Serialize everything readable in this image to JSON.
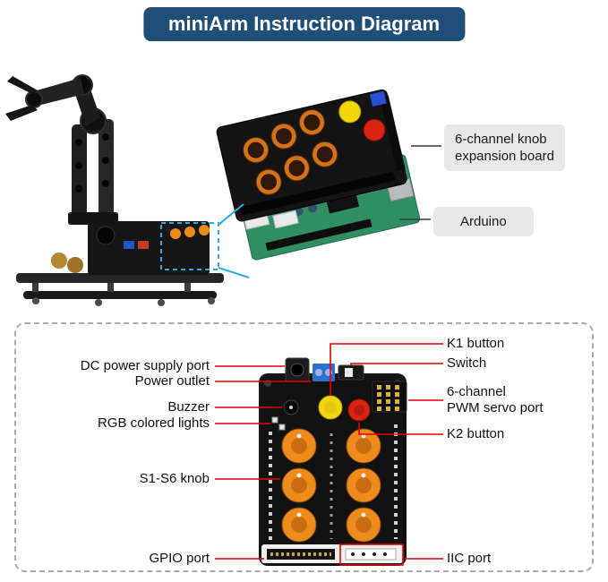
{
  "title": "miniArm Instruction Diagram",
  "top_section": {
    "expansion_board_label": "6-channel  knob\nexpansion board",
    "arduino_label": "Arduino"
  },
  "bottom_section": {
    "left_labels": [
      "DC power supply port",
      "Power outlet",
      "Buzzer",
      "RGB colored lights",
      "S1-S6 knob",
      "GPIO port"
    ],
    "right_labels": [
      "K1 button",
      "Switch",
      "6-channel\nPWM servo port",
      "K2 button",
      "IIC port"
    ]
  },
  "colors": {
    "title_bg": "#1f4e79",
    "title_text": "#ffffff",
    "label_pill_bg": "#e8e8e8",
    "callout_red": "#e60000",
    "highlight_cyan": "#29abe2",
    "board_black": "#141414",
    "knob_orange": "#ef8b1d",
    "arduino_green": "#2f8f63",
    "button_yellow": "#f2d60a",
    "button_red": "#d92313"
  }
}
